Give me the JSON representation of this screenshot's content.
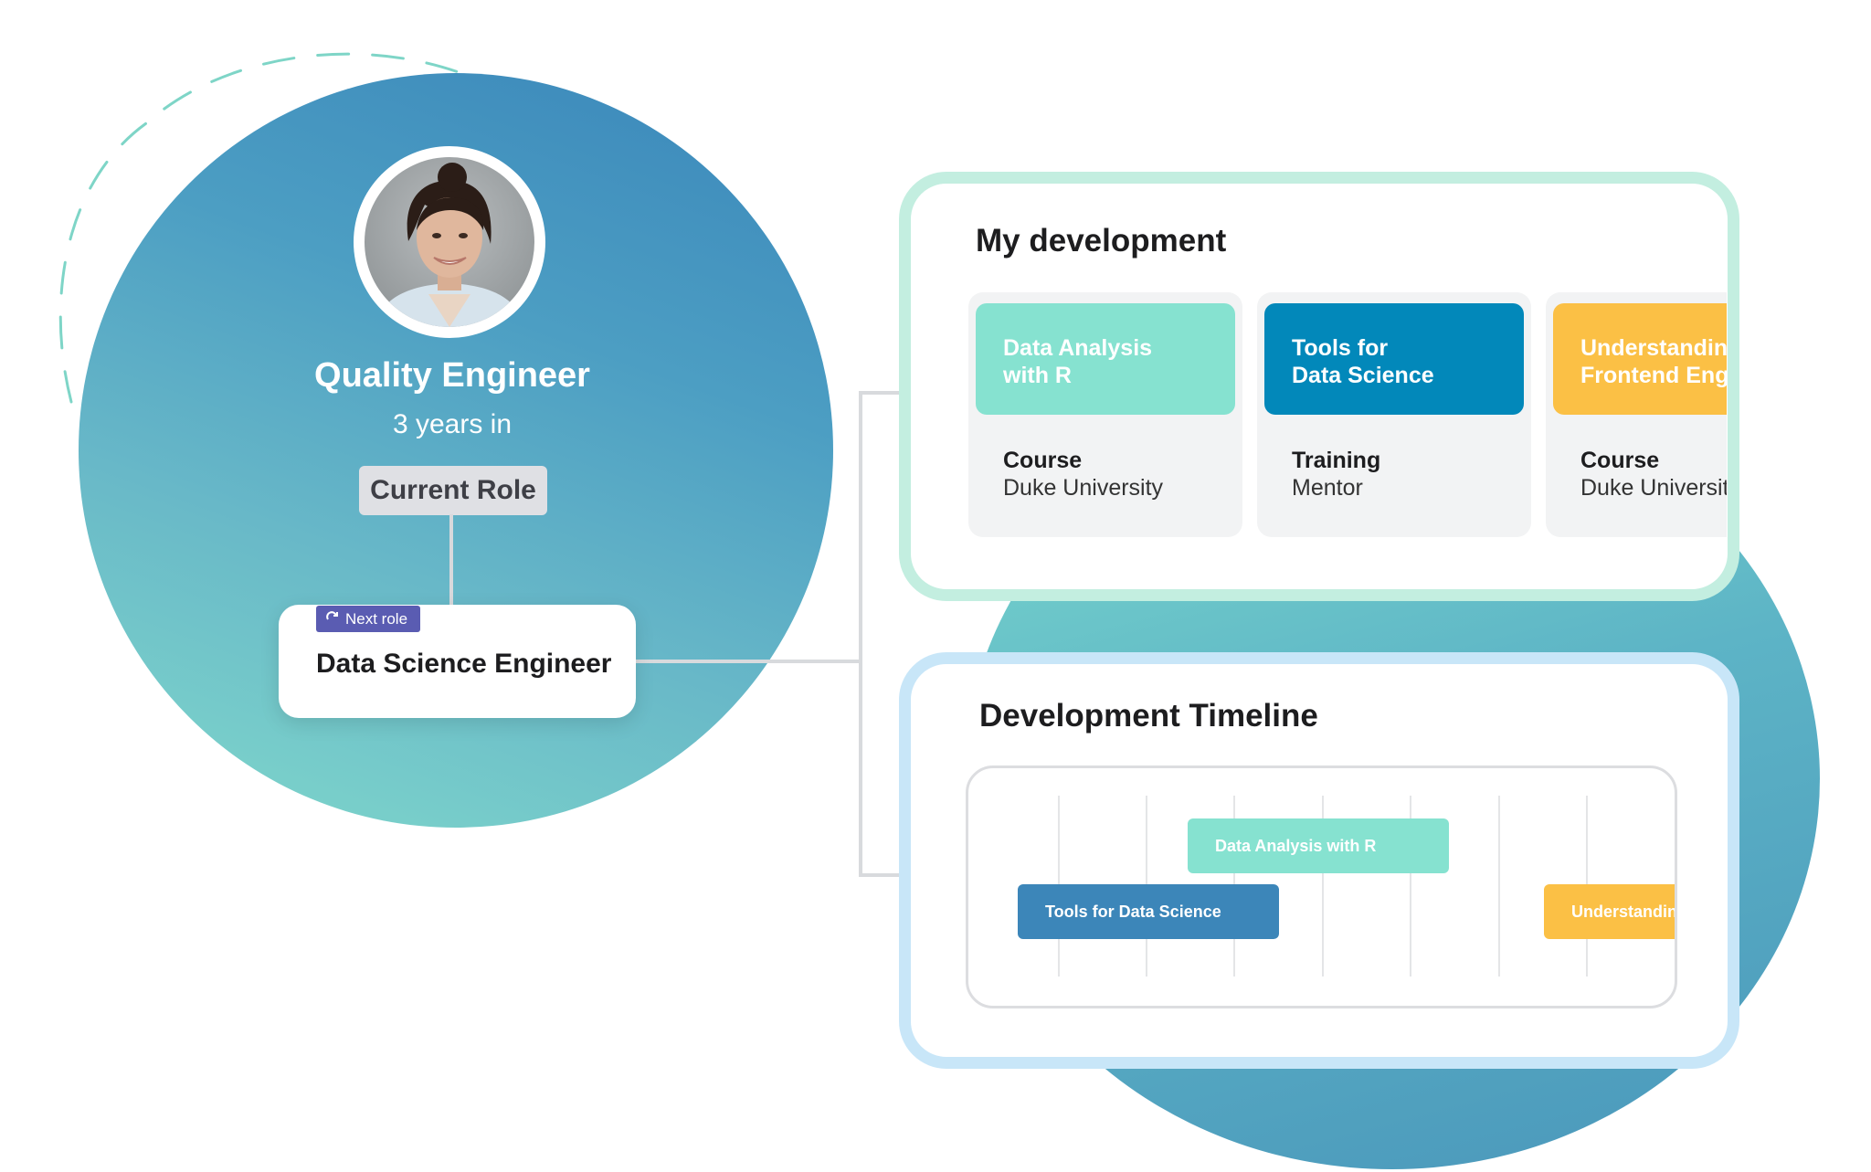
{
  "profile": {
    "current_title": "Quality Engineer",
    "tenure": "3 years in",
    "current_role_label": "Current Role",
    "next_role_tag": "Next role",
    "next_role_title": "Data Science Engineer"
  },
  "development": {
    "title": "My development",
    "cards": [
      {
        "name": "Data Analysis\nwith R",
        "type": "Course",
        "provider": "Duke University",
        "color": "#86e2d0"
      },
      {
        "name": "Tools for\nData Science",
        "type": "Training",
        "provider": "Mentor",
        "color": "#0288ba"
      },
      {
        "name": "Understanding\nFrontend Engi",
        "type": "Course",
        "provider": "Duke Universit",
        "color": "#fbc045"
      }
    ]
  },
  "timeline": {
    "title": "Development Timeline",
    "bars": [
      {
        "label": "Data Analysis with R",
        "color": "#86e2d0"
      },
      {
        "label": "Tools for Data Science",
        "color": "#3c86b9"
      },
      {
        "label": "Understanding",
        "color": "#fbc045"
      }
    ]
  },
  "colors": {
    "teal": "#86e2d0",
    "blue": "#0288ba",
    "amber": "#fbc045",
    "next_role_tag": "#5a5cb2"
  },
  "icons": {
    "next_role": "redo-arrow-icon"
  }
}
